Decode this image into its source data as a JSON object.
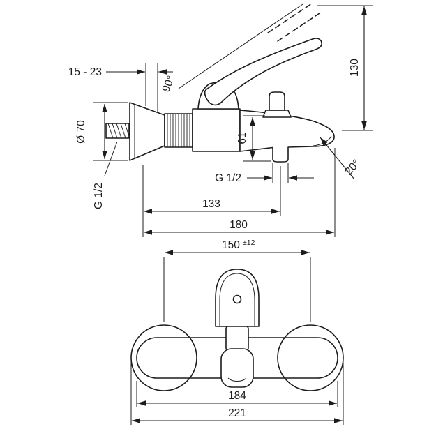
{
  "meta": {
    "type": "technical-dimension-drawing",
    "subject": "wall-mounted single-lever bath mixer",
    "background_color": "#ffffff",
    "line_color": "#1c1c1c"
  },
  "side_view": {
    "name": "side-elevation",
    "dims": {
      "wall_distance": "15 - 23",
      "escutcheon_diameter": "Ø 70",
      "handle_swing_angle": "90°",
      "overall_height": "130",
      "spout_height": "61",
      "inlet_thread": "G 1/2",
      "outlet_thread": "G 1/2",
      "spout_center_reach": "133",
      "overall_reach": "180",
      "spout_angle": "20°"
    }
  },
  "front_view": {
    "name": "front-elevation",
    "dims": {
      "connection_centers": "150",
      "connection_tolerance": "±12",
      "body_width": "184",
      "overall_width": "221"
    }
  }
}
